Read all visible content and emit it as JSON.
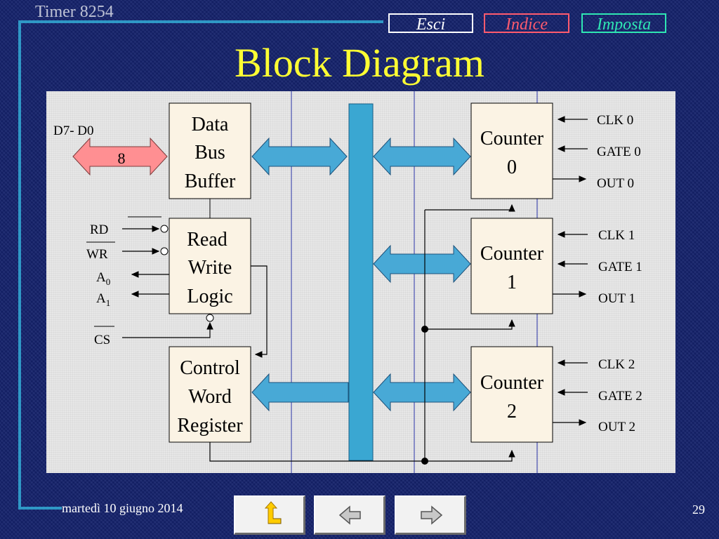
{
  "header": {
    "section_label": "Timer 8254"
  },
  "nav": {
    "exit": "Esci",
    "index": "Indice",
    "settings": "Imposta"
  },
  "title": "Block Diagram",
  "diagram": {
    "bus_label": "D7- D0",
    "bus_width": "8",
    "blocks": {
      "data_bus_buffer": [
        "Data",
        "Bus",
        "Buffer"
      ],
      "read_write_logic": [
        "Read",
        "Write",
        "Logic"
      ],
      "control_word_register": [
        "Control",
        "Word",
        "Register"
      ],
      "counter0": [
        "Counter",
        "0"
      ],
      "counter1": [
        "Counter",
        "1"
      ],
      "counter2": [
        "Counter",
        "2"
      ]
    },
    "control_inputs": {
      "rd": "RD",
      "wr": "WR",
      "a0": "A",
      "a0_sub": "0",
      "a1": "A",
      "a1_sub": "1",
      "cs": "CS"
    },
    "counter_signals": {
      "clk0": "CLK 0",
      "gate0": "GATE 0",
      "out0": "OUT 0",
      "clk1": "CLK 1",
      "gate1": "GATE 1",
      "out1": "OUT 1",
      "clk2": "CLK 2",
      "gate2": "GATE 2",
      "out2": "OUT 2"
    },
    "colors": {
      "block_fill": "#fbf3e4",
      "bus_fill": "#3aa7d2",
      "arrow_fill": "#48a9d6",
      "data_arrow_fill": "#ff8f92",
      "guide_line": "#2a33a8"
    }
  },
  "footer": {
    "date": "martedì 10 giugno 2014",
    "page_number": "29"
  }
}
